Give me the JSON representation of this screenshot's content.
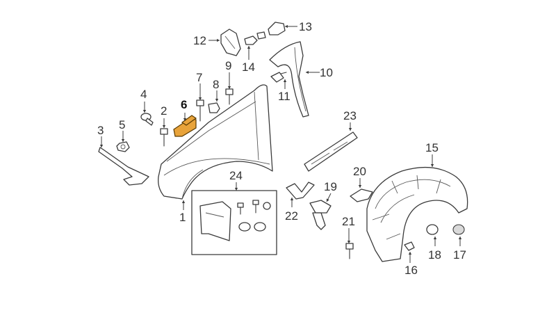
{
  "diagram": {
    "highlight_color": "#e8a33a",
    "callouts": {
      "c1": "1",
      "c2": "2",
      "c3": "3",
      "c4": "4",
      "c5": "5",
      "c6": "6",
      "c7": "7",
      "c8": "8",
      "c9": "9",
      "c10": "10",
      "c11": "11",
      "c12": "12",
      "c13": "13",
      "c14": "14",
      "c15": "15",
      "c16": "16",
      "c17": "17",
      "c18": "18",
      "c19": "19",
      "c20": "20",
      "c21": "21",
      "c22": "22",
      "c23": "23",
      "c24": "24"
    },
    "highlighted_callout": "6"
  }
}
